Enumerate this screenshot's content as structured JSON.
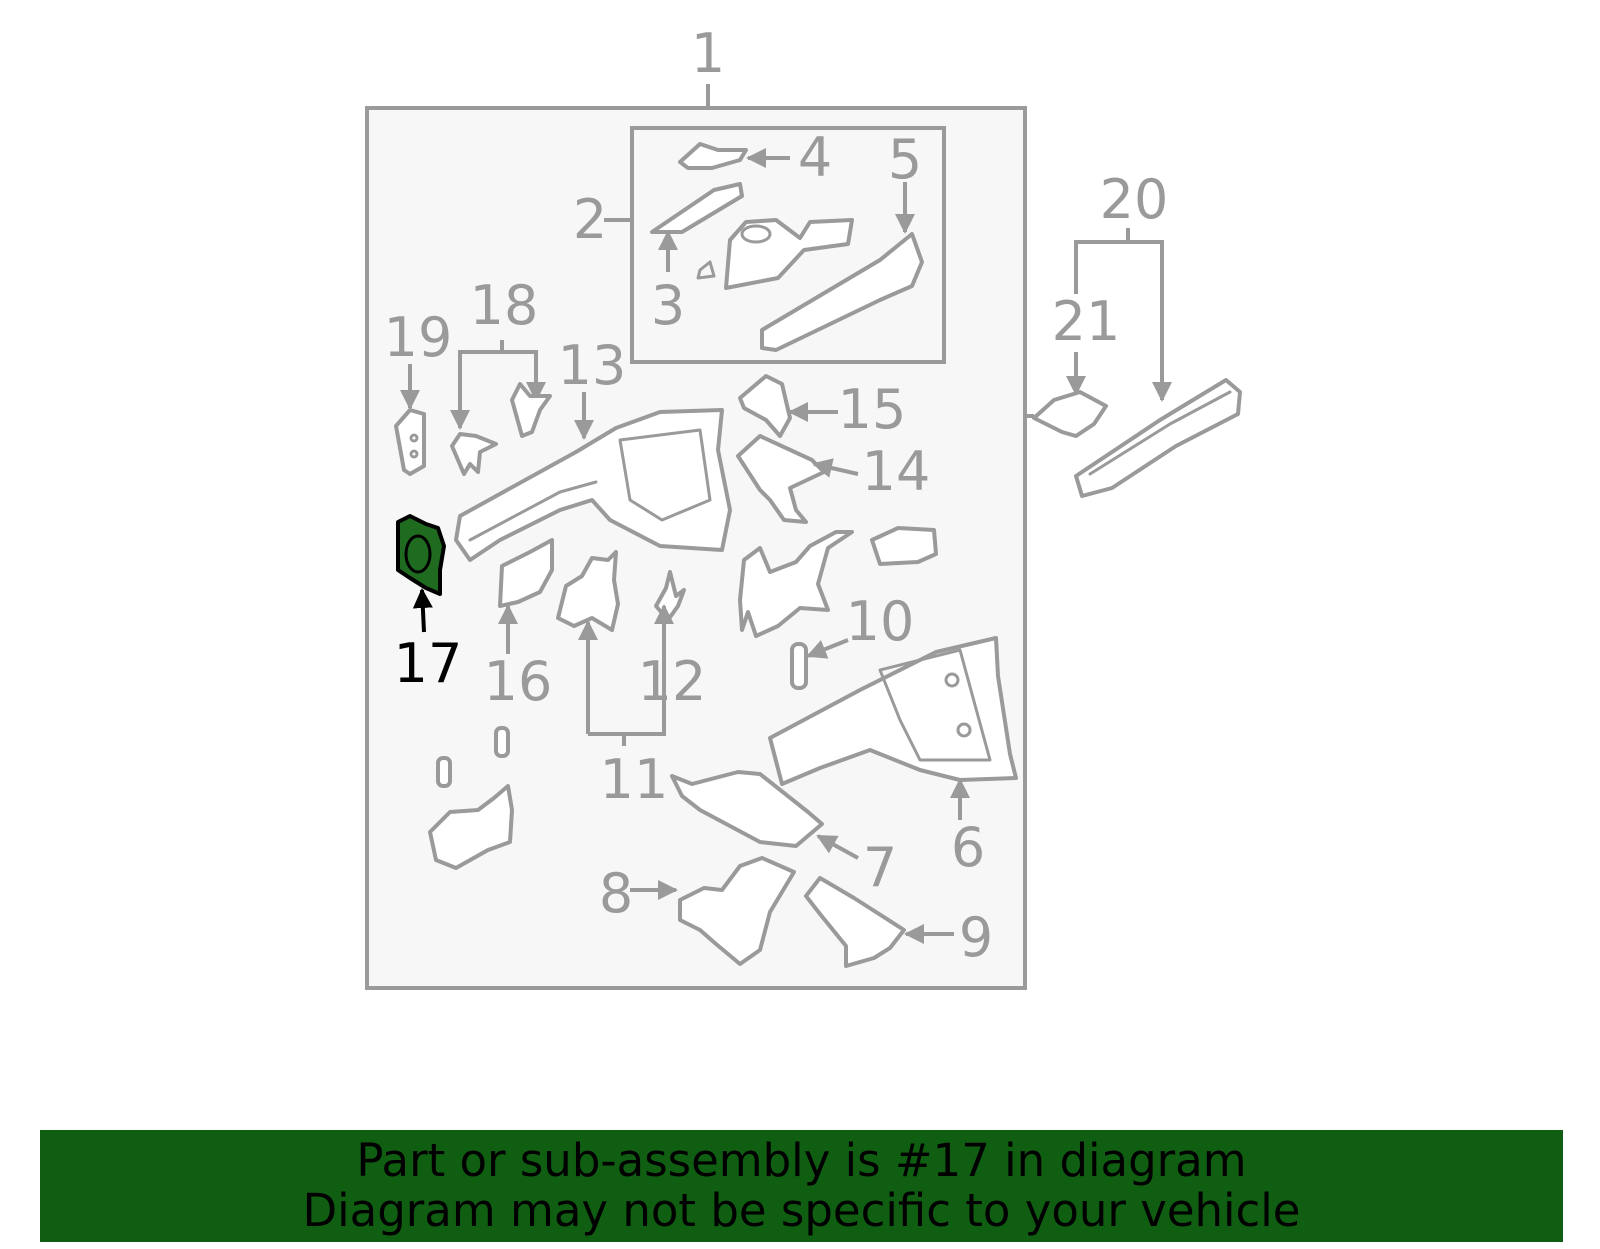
{
  "callouts": {
    "c1": "1",
    "c2": "2",
    "c3": "3",
    "c4": "4",
    "c5": "5",
    "c6": "6",
    "c7": "7",
    "c8": "8",
    "c9": "9",
    "c10": "10",
    "c11": "11",
    "c12": "12",
    "c13": "13",
    "c14": "14",
    "c15": "15",
    "c16": "16",
    "c17": "17",
    "c18": "18",
    "c19": "19",
    "c20": "20",
    "c21": "21"
  },
  "highlighted_part": "17",
  "colors": {
    "line_gray": "#9a9a9a",
    "panel_fill": "#f7f7f7",
    "highlight_part": "#1f6b1f",
    "highlight_text": "#000000",
    "banner_bg": "#0f5e12",
    "banner_text": "#000000"
  },
  "banner": {
    "line1": "Part or sub-assembly is #17 in diagram",
    "line2": "Diagram may not be specific to your vehicle"
  }
}
